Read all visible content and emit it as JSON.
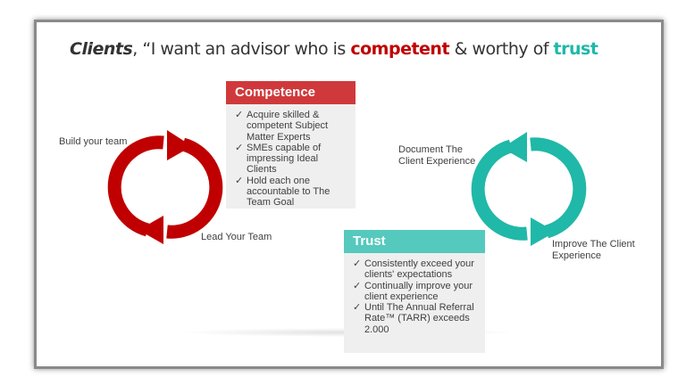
{
  "title": {
    "part1": "Clients",
    "part2": ", “I want an advisor who is ",
    "part3": "competent",
    "part4": " & worthy of ",
    "part5": "trust"
  },
  "competence": {
    "header": "Competence",
    "items": [
      "Acquire skilled & competent Subject Matter Experts",
      "SMEs capable of impressing Ideal Clients",
      "Hold each one accountable to The Team Goal"
    ]
  },
  "trust": {
    "header": "Trust",
    "items": [
      "Consistently exceed your clients' expectations",
      "Continually improve your client experience",
      "Until The Annual Referral Rate™ (TARR) exceeds 2.000"
    ]
  },
  "labels": {
    "build": "Build your team",
    "lead": "Lead Your Team",
    "document": "Document The Client Experience",
    "improve": "Improve The Client Experience"
  },
  "check": "✓",
  "colors": {
    "red": "#c00000",
    "red_header": "#d0393b",
    "teal": "#20b8a8",
    "teal_header": "#55c9bd"
  }
}
